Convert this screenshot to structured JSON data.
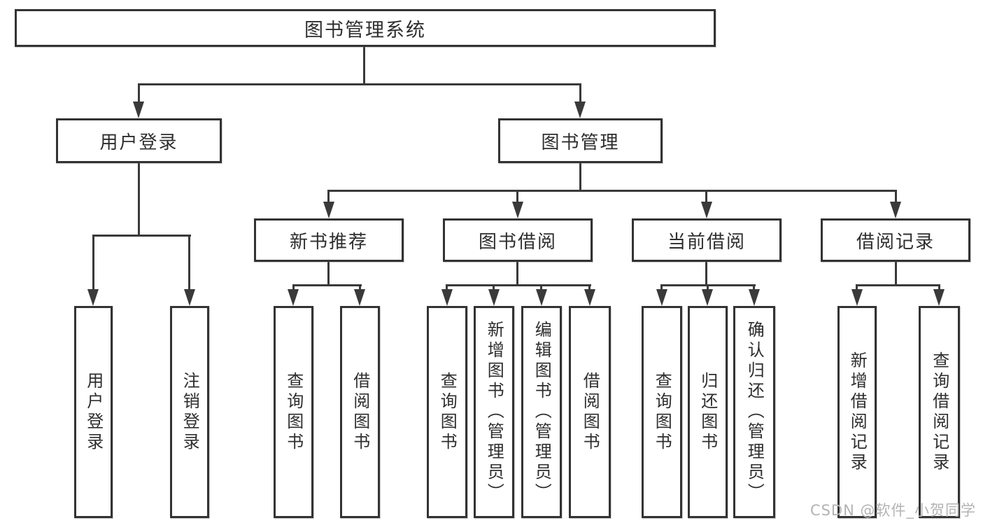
{
  "tree": {
    "root": {
      "label": "图书管理系统"
    },
    "level2": [
      {
        "label": "用户登录",
        "leaves": [
          {
            "label": "用户登录"
          },
          {
            "label": "注销登录"
          }
        ]
      },
      {
        "label": "图书管理",
        "modules": [
          {
            "label": "新书推荐",
            "leaves": [
              {
                "label": "查询图书"
              },
              {
                "label": "借阅图书"
              }
            ]
          },
          {
            "label": "图书借阅",
            "leaves": [
              {
                "label": "查询图书"
              },
              {
                "label": "新增图书（管理员）"
              },
              {
                "label": "编辑图书（管理员）"
              },
              {
                "label": "借阅图书"
              }
            ]
          },
          {
            "label": "当前借阅",
            "leaves": [
              {
                "label": "查询图书"
              },
              {
                "label": "归还图书"
              },
              {
                "label": "确认归还（管理员）"
              }
            ]
          },
          {
            "label": "借阅记录",
            "leaves": [
              {
                "label": "新增借阅记录"
              },
              {
                "label": "查询借阅记录"
              }
            ]
          }
        ]
      }
    ]
  },
  "watermark": {
    "text": "CSDN @软件_小贺同学"
  },
  "colors": {
    "line": "#3a3a3a",
    "box_border": "#333333",
    "text": "#2e2e2e",
    "watermark": "#b3b3b3",
    "background": "#ffffff"
  }
}
